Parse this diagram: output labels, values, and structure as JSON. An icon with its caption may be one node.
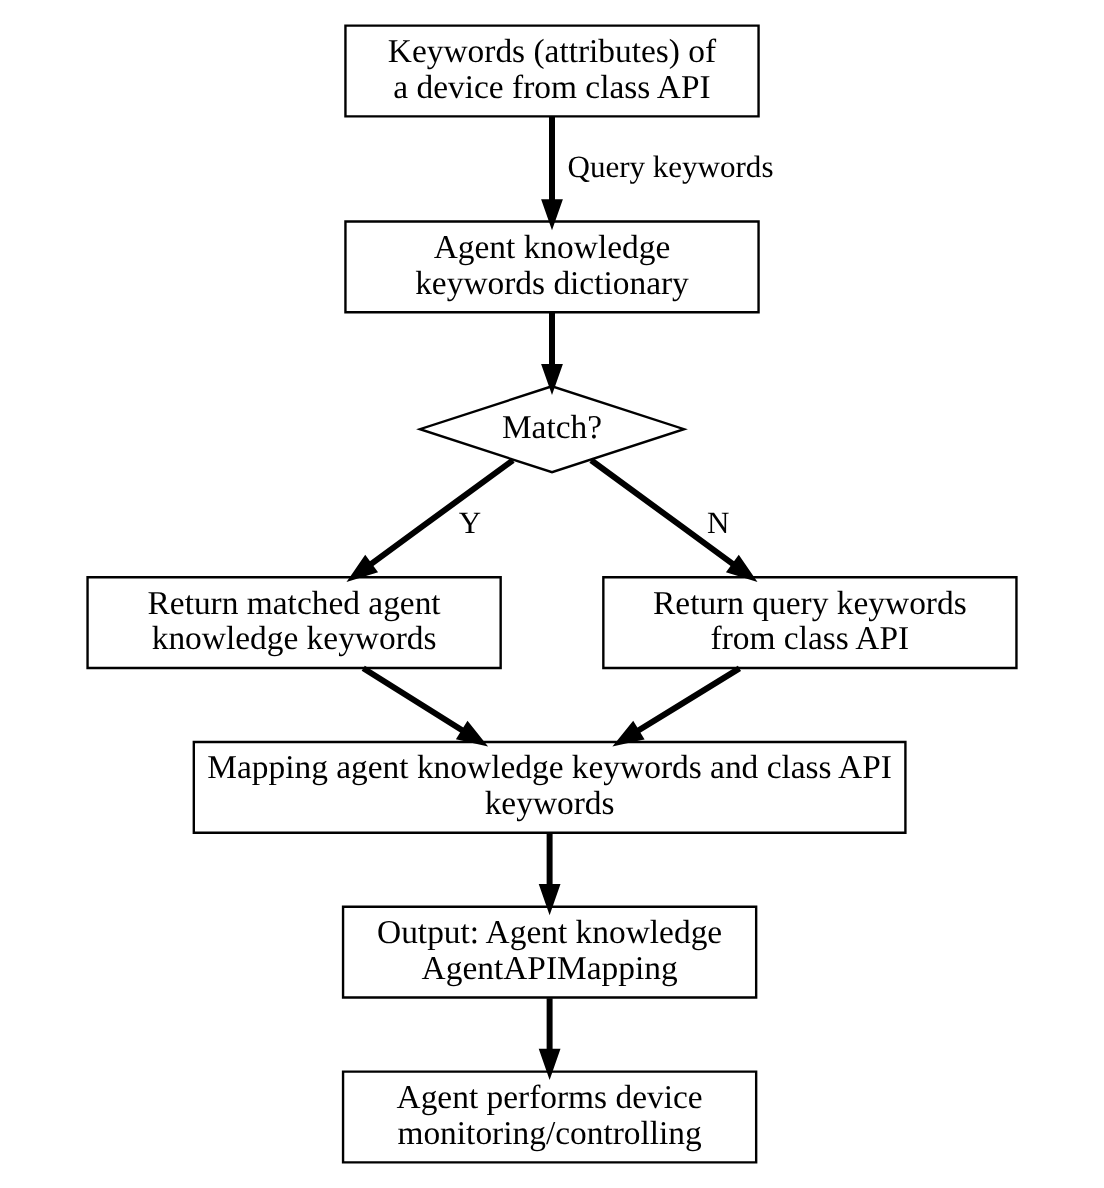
{
  "diagram": {
    "nodes": [
      {
        "text": [
          "Keywords (attributes) of a device from class API"
        ]
      },
      {
        "text": [
          "Agent knowledge keywords dictionary"
        ]
      },
      {
        "text": [
          "Match?"
        ]
      },
      {
        "text": [
          "Return matched agent knowledge keywords"
        ]
      },
      {
        "text": [
          "Return query keywords from class API"
        ]
      },
      {
        "text": [
          "Mapping agent knowledge keywords and class API keywords"
        ]
      },
      {
        "text": [
          "Output: Agent knowledge AgentAPIMapping"
        ]
      },
      {
        "text": [
          "Agent performs device monitoring/controlling"
        ]
      }
    ],
    "edges": [
      {
        "from": 0,
        "to": 1,
        "arrow": "to",
        "label": "Query keywords"
      },
      {
        "from": 1,
        "to": 2,
        "arrow": "to"
      },
      {
        "from": 2,
        "to": 3,
        "arrow": "to",
        "label": "Y"
      },
      {
        "from": 2,
        "to": 4,
        "arrow": "to",
        "label": "N"
      },
      {
        "from": 3,
        "to": 5,
        "arrow": "to"
      },
      {
        "from": 4,
        "to": 5,
        "arrow": "to"
      },
      {
        "from": 5,
        "to": 6,
        "arrow": "to"
      },
      {
        "from": 6,
        "to": 7,
        "arrow": "to"
      }
    ]
  }
}
